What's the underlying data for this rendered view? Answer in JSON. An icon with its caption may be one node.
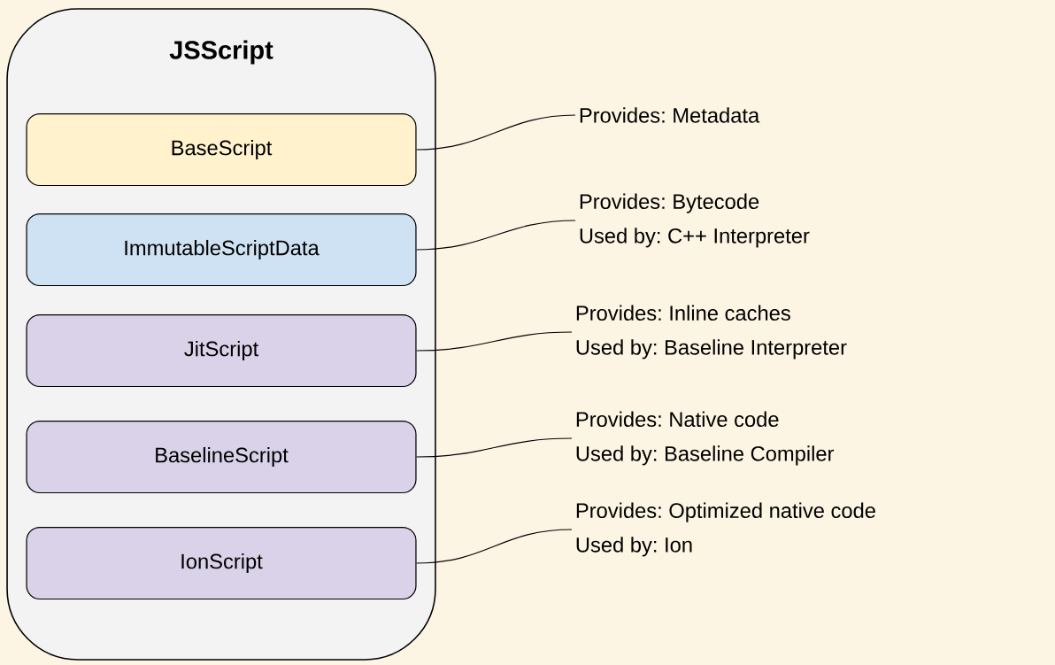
{
  "diagram": {
    "nodes": [
      {
        "text": [
          "JSScript"
        ]
      },
      {
        "text": [
          "BaseScript"
        ],
        "in": 0
      },
      {
        "text": [
          "ImmutableScriptData"
        ],
        "in": 0
      },
      {
        "text": [
          "JitScript"
        ],
        "in": 0
      },
      {
        "text": [
          "BaselineScript"
        ],
        "in": 0
      },
      {
        "text": [
          "IonScript"
        ],
        "in": 0
      },
      {
        "text": [
          "Provides: Metadata"
        ]
      },
      {
        "text": [
          "Provides: Bytecode",
          "Used by: C++ Interpreter"
        ]
      },
      {
        "text": [
          "Provides: Inline caches",
          "Used by: Baseline Interpreter"
        ]
      },
      {
        "text": [
          "Provides: Native code",
          "Used by: Baseline Compiler"
        ]
      },
      {
        "text": [
          "Provides: Optimized native code",
          "Used by: Ion"
        ]
      }
    ],
    "edges": [
      {
        "from": 1,
        "to": 6,
        "arrow": "none"
      },
      {
        "from": 2,
        "to": 7,
        "arrow": "none"
      },
      {
        "from": 3,
        "to": 8,
        "arrow": "none"
      },
      {
        "from": 4,
        "to": 9,
        "arrow": "none"
      },
      {
        "from": 5,
        "to": 10,
        "arrow": "none"
      }
    ]
  }
}
